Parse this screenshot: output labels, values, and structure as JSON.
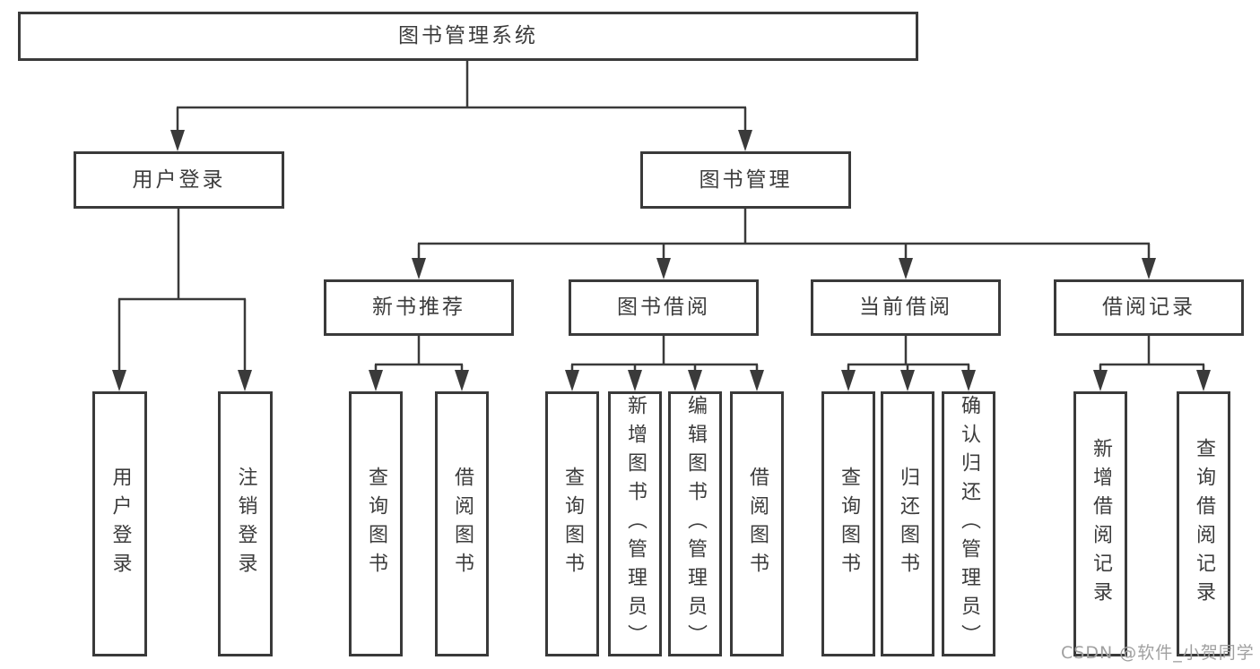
{
  "diagram": {
    "title": "图书管理系统",
    "type": "tree-structure-chart",
    "colors": {
      "line": "#3a3a3a",
      "box_border": "#3a3a3a",
      "text": "#3c3c3c",
      "background": "#ffffff",
      "watermark": "#a0a0a0"
    },
    "nodes": {
      "root": "图书管理系统",
      "user_login": "用户登录",
      "book_mgmt": "图书管理",
      "new_book_rec": "新书推荐",
      "book_borrow": "图书借阅",
      "current_borrow": "当前借阅",
      "borrow_record": "借阅记录",
      "ul_user_login": "用户登录",
      "ul_logout": "注销登录",
      "nb_query_book": "查询图书",
      "nb_borrow_book": "借阅图书",
      "bb_query_book": "查询图书",
      "bb_add_book": "新增图书（管理员）",
      "bb_edit_book": "编辑图书（管理员）",
      "bb_borrow_book": "借阅图书",
      "cb_query_book": "查询图书",
      "cb_return_book": "归还图书",
      "cb_confirm_return": "确认归还（管理员）",
      "br_add_record": "新增借阅记录",
      "br_query_record": "查询借阅记录"
    },
    "edges": [
      [
        "root",
        "user_login"
      ],
      [
        "root",
        "book_mgmt"
      ],
      [
        "user_login",
        "ul_user_login"
      ],
      [
        "user_login",
        "ul_logout"
      ],
      [
        "book_mgmt",
        "new_book_rec"
      ],
      [
        "book_mgmt",
        "book_borrow"
      ],
      [
        "book_mgmt",
        "current_borrow"
      ],
      [
        "book_mgmt",
        "borrow_record"
      ],
      [
        "new_book_rec",
        "nb_query_book"
      ],
      [
        "new_book_rec",
        "nb_borrow_book"
      ],
      [
        "book_borrow",
        "bb_query_book"
      ],
      [
        "book_borrow",
        "bb_add_book"
      ],
      [
        "book_borrow",
        "bb_edit_book"
      ],
      [
        "book_borrow",
        "bb_borrow_book"
      ],
      [
        "current_borrow",
        "cb_query_book"
      ],
      [
        "current_borrow",
        "cb_return_book"
      ],
      [
        "current_borrow",
        "cb_confirm_return"
      ],
      [
        "borrow_record",
        "br_add_record"
      ],
      [
        "borrow_record",
        "br_query_record"
      ]
    ],
    "watermark": "CSDN @软件_小贺同学"
  }
}
